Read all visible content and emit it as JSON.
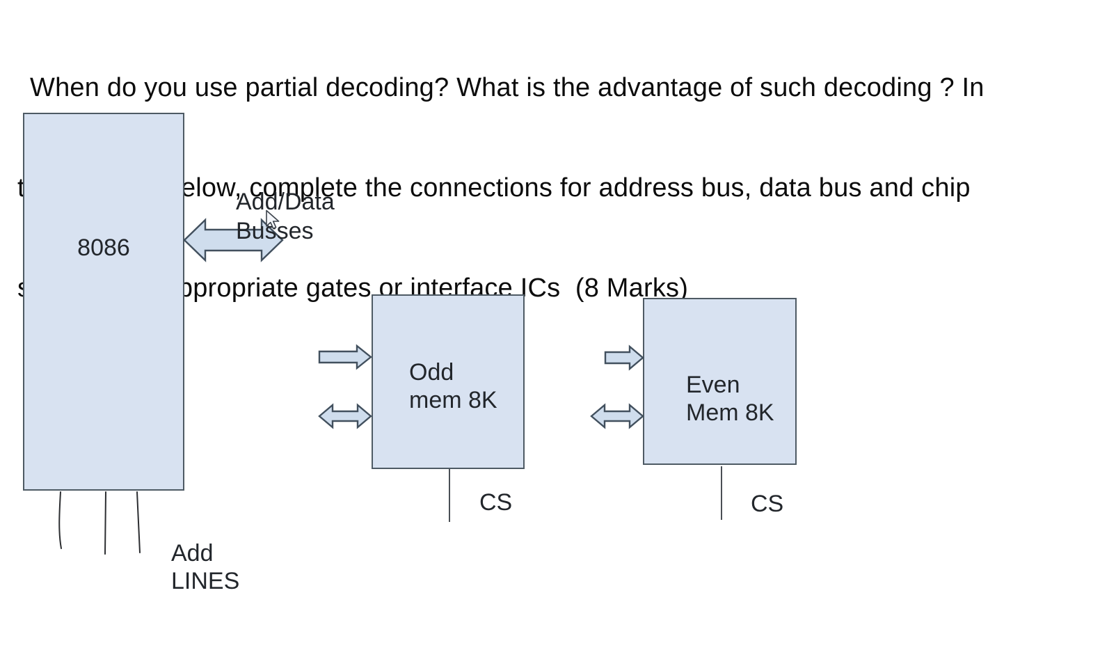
{
  "question": {
    "lines": [
      "When do you use partial decoding? What is the advantage of such decoding ? In",
      "the diagram below, complete the connections for address bus, data bus and chip",
      "selects with appropriate gates or interface ICs  (8 Marks)"
    ],
    "marks": "8 Marks"
  },
  "diagram": {
    "cpu": {
      "label": "8086"
    },
    "bus_label": {
      "line1": "Add/Data",
      "line2": "Busses"
    },
    "odd_mem": {
      "line1": "Odd",
      "line2": "mem 8K",
      "cs_label": "CS"
    },
    "even_mem": {
      "line1": "Even",
      "line2": "Mem 8K",
      "cs_label": "CS"
    },
    "address_lines_label": {
      "line1": "Add",
      "line2": "LINES"
    },
    "colors": {
      "shape_fill": "#d8e2f1",
      "shape_border": "#4e5a64",
      "arrow_fill": "#cfdded",
      "arrow_border": "#42505e",
      "text": "#0c0c0c"
    }
  }
}
